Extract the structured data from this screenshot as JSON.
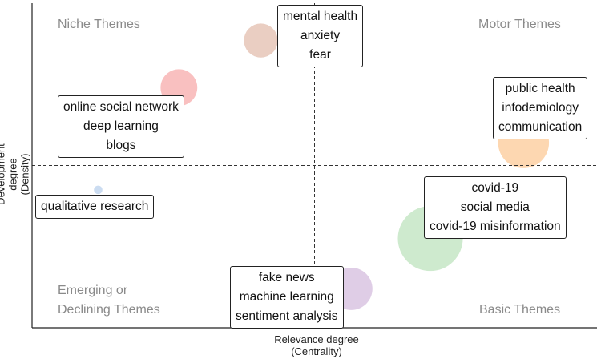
{
  "chart_data": {
    "type": "scatter",
    "title": "",
    "xlabel": "Relevance degree",
    "xlabel_sub": "(Centrality)",
    "ylabel": "Development degree",
    "ylabel_sub": "(Density)",
    "xlim": [
      0,
      100
    ],
    "ylim": [
      0,
      100
    ],
    "grid": false,
    "divider_x": 50,
    "divider_y": 50,
    "quadrants": {
      "top_left": "Niche Themes",
      "top_right": "Motor Themes",
      "bottom_left_1": "Emerging or",
      "bottom_left_2": "Declining Themes",
      "bottom_right": "Basic Themes"
    },
    "clusters": [
      {
        "x": 40.5,
        "y": 88.5,
        "size": 6,
        "color": "#e8c9bb",
        "labels": [
          "mental health",
          "anxiety",
          "fear"
        ]
      },
      {
        "x": 26.0,
        "y": 74.0,
        "size": 6.5,
        "color": "#f8b9b9",
        "labels": [
          "online social network",
          "deep learning",
          "blogs"
        ]
      },
      {
        "x": 87.0,
        "y": 57.0,
        "size": 9,
        "color": "#fdd3a8",
        "labels": [
          "public health",
          "infodemiology",
          "communication"
        ]
      },
      {
        "x": 11.7,
        "y": 42.5,
        "size": 1.5,
        "color": "#c5d8ef",
        "labels": [
          "qualitative research"
        ]
      },
      {
        "x": 70.5,
        "y": 27.5,
        "size": 11.5,
        "color": "#c9e8c9",
        "labels": [
          "covid-19",
          "social media",
          "covid-19 misinformation"
        ]
      },
      {
        "x": 56.5,
        "y": 12.0,
        "size": 7.5,
        "color": "#dcc8e3",
        "labels": [
          "fake news",
          "machine learning",
          "sentiment analysis"
        ]
      }
    ]
  }
}
